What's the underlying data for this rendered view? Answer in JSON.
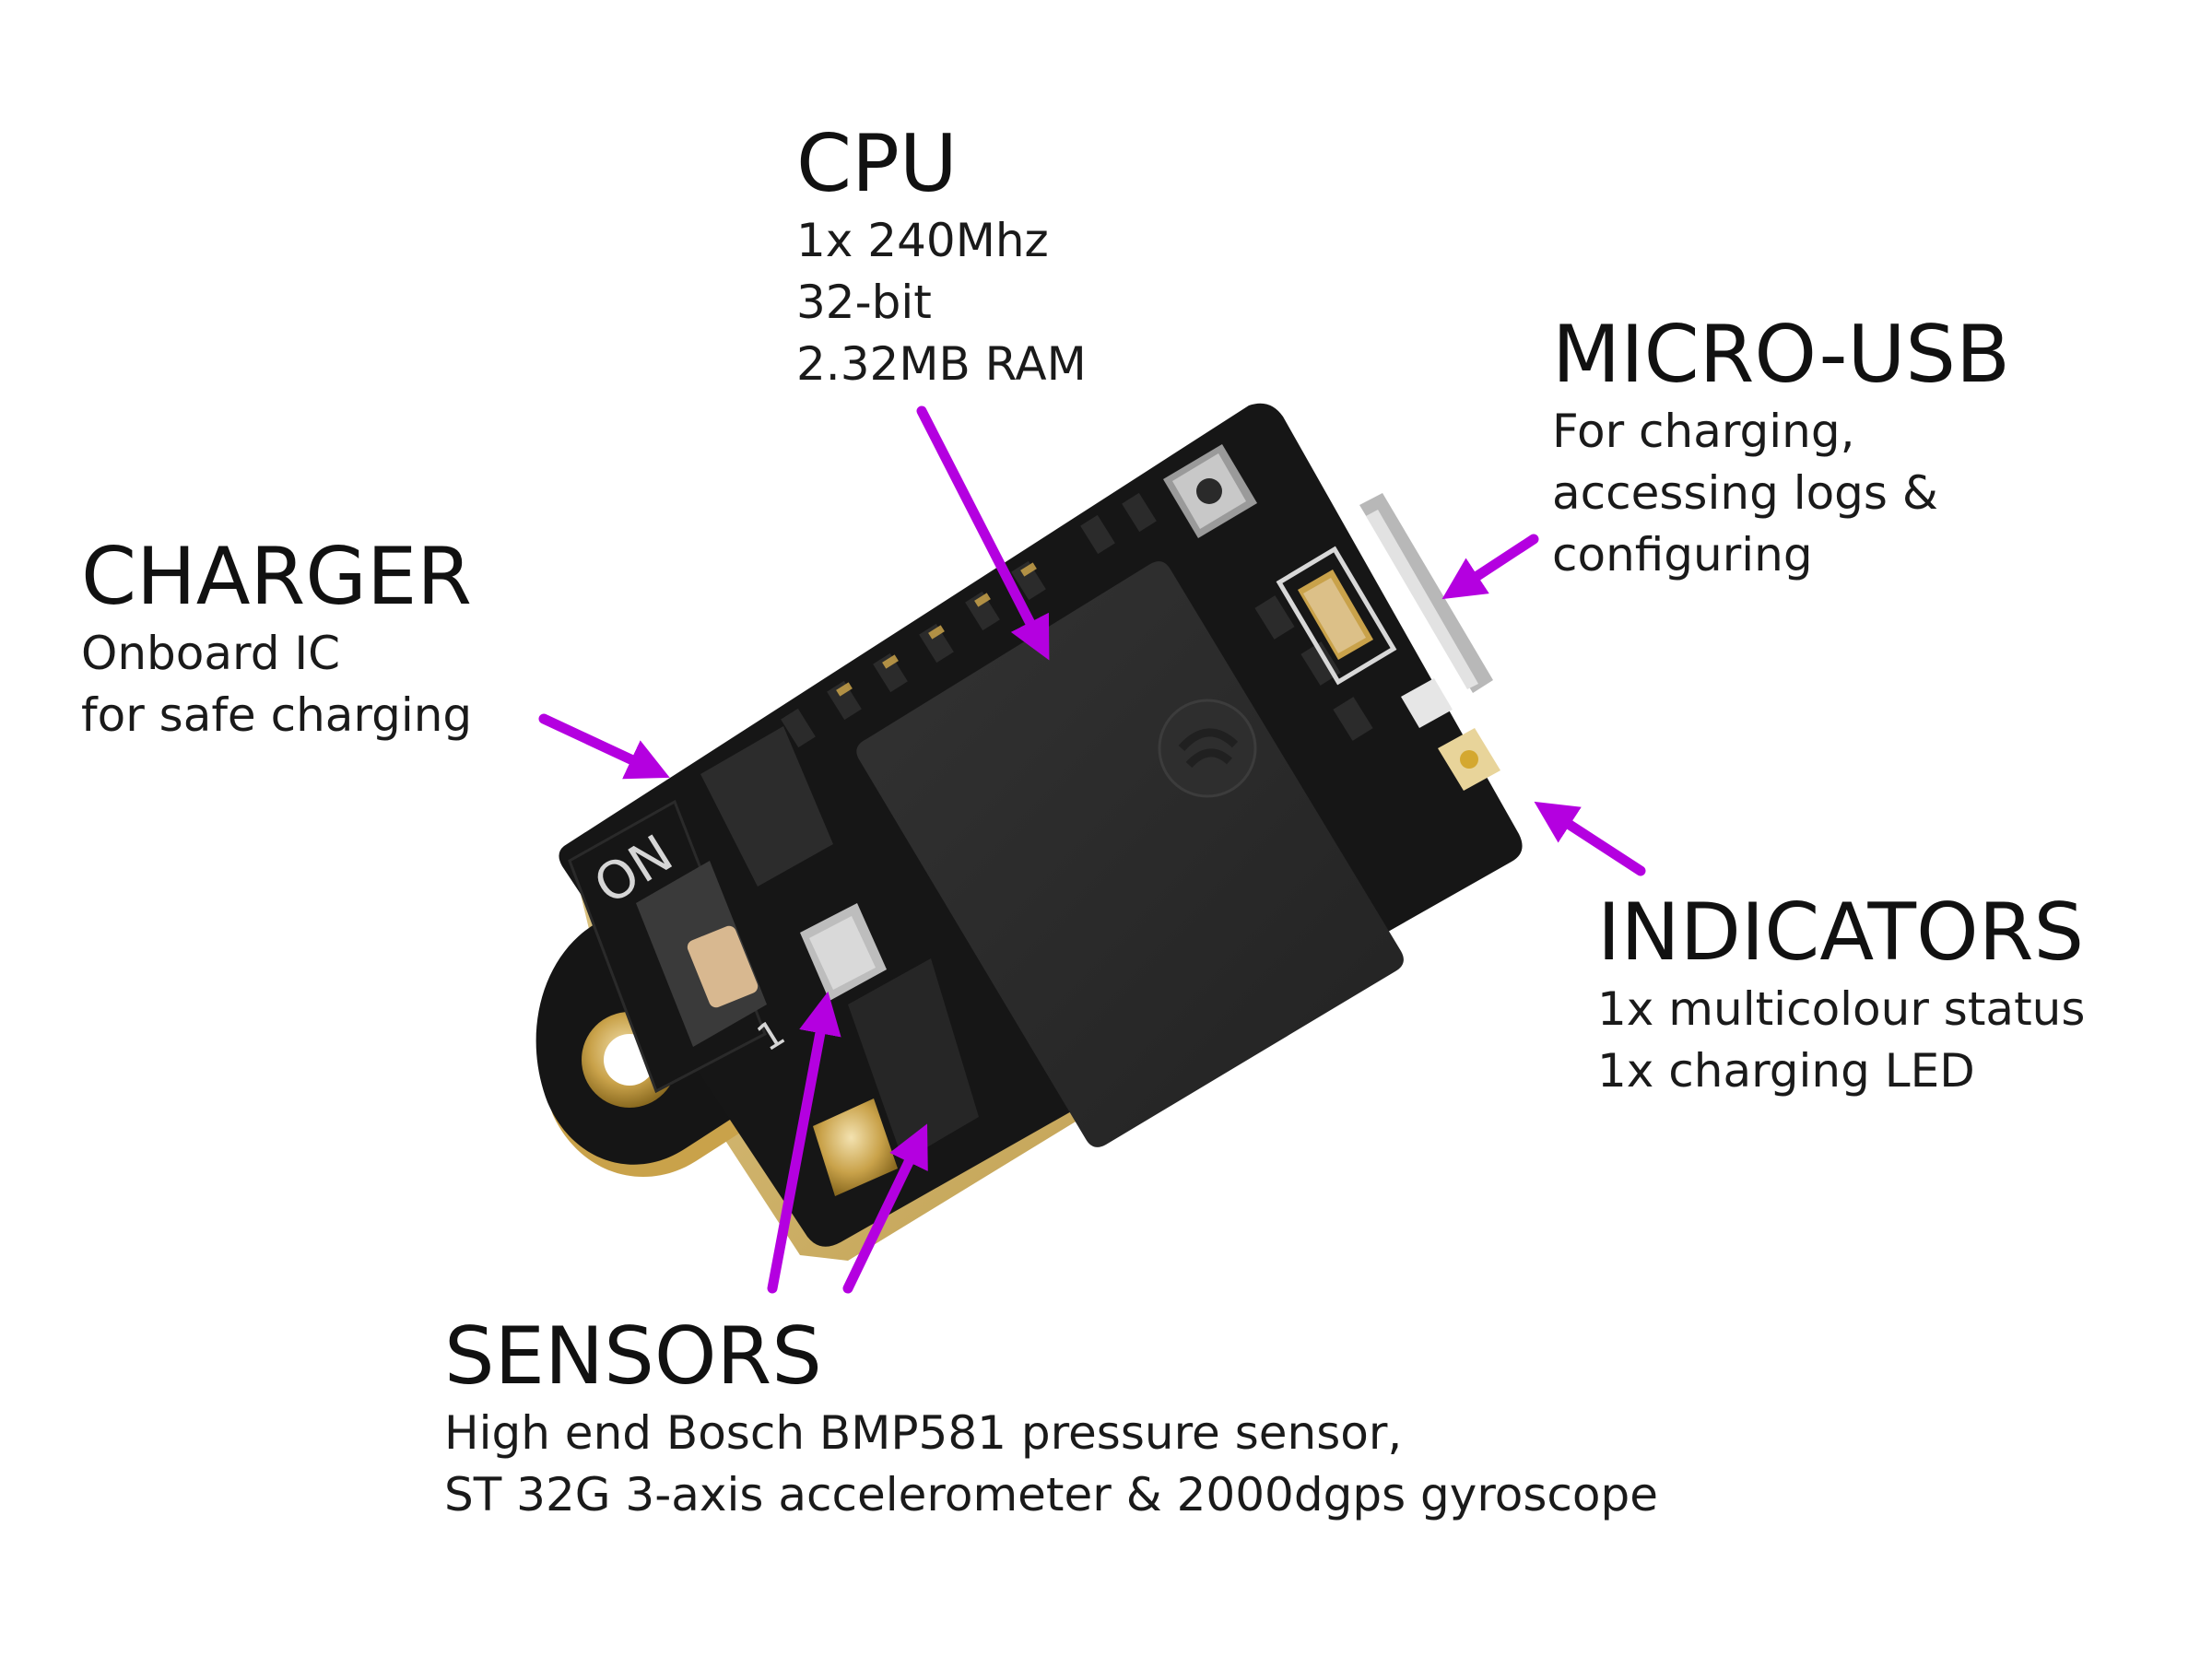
{
  "labels": {
    "cpu": {
      "title": "CPU",
      "lines": [
        "1x 240Mhz",
        "32-bit",
        "2.32MB RAM"
      ]
    },
    "micro_usb": {
      "title": "MICRO-USB",
      "lines": [
        "For charging,",
        "accessing logs &",
        "configuring"
      ]
    },
    "charger": {
      "title": "CHARGER",
      "lines": [
        "Onboard IC",
        "for safe charging"
      ]
    },
    "indicators": {
      "title": "INDICATORS",
      "lines": [
        "1x multicolour status",
        "1x charging LED"
      ]
    },
    "sensors": {
      "title": "SENSORS",
      "lines": [
        "High end Bosch BMP581 pressure sensor,",
        "ST 32G 3-axis accelerometer & 2000dgps gyroscope"
      ]
    }
  },
  "board": {
    "switch_label": "ON",
    "switch_number": "1"
  },
  "colors": {
    "arrow": "#b400e0",
    "pcb": "#161616",
    "chip": "#2a2a2a",
    "gold": "#c9a24a",
    "text": "#111111",
    "background": "#ffffff"
  }
}
